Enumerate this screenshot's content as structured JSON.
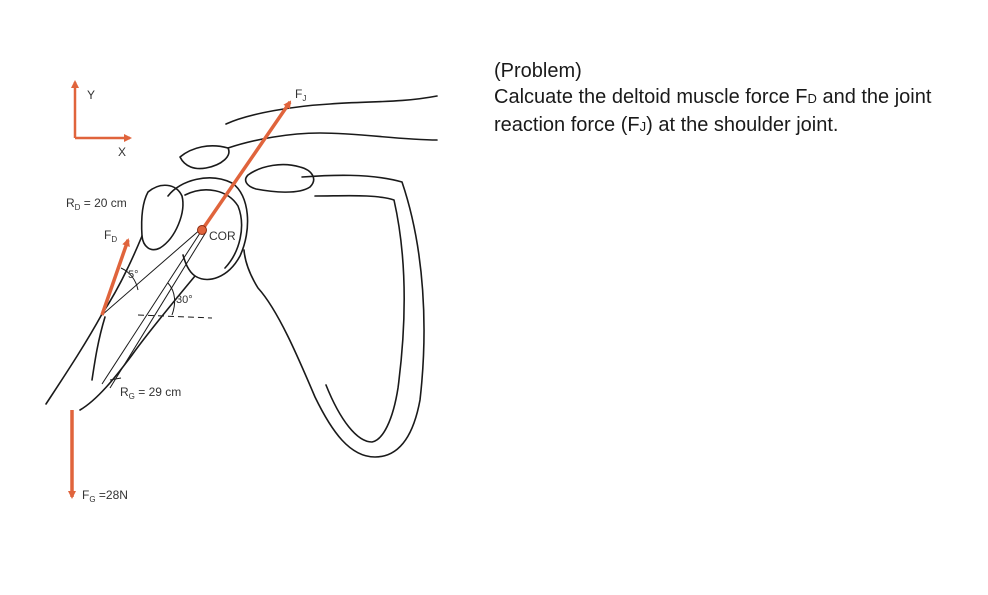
{
  "diagram": {
    "axes": {
      "y_label": "Y",
      "x_label": "X"
    },
    "labels": {
      "rd_prefix": "R",
      "rd_sub": "D",
      "rd_value": " = 20 cm",
      "fd_prefix": "F",
      "fd_sub": "D",
      "fj_prefix": "F",
      "fj_sub": "J",
      "cor": "COR",
      "angle_5": "5°",
      "angle_30": "30°",
      "rg_prefix": "R",
      "rg_sub": "G",
      "rg_value": " = 29 cm",
      "fg_prefix": "F",
      "fg_sub": "G",
      "fg_value": " =28N"
    },
    "colors": {
      "force_arrow": "#e0643c",
      "axes_arrow": "#e0643c",
      "line_art": "#1a1a1a",
      "label_text": "#333333"
    }
  },
  "problem": {
    "heading": "(Problem)",
    "line_part1": "Calcuate the deltoid muscle force F",
    "fd_sub": "D",
    "line_part2": " and the joint reaction force (F",
    "fj_sub": "J",
    "line_part3": ") at the shoulder joint."
  }
}
